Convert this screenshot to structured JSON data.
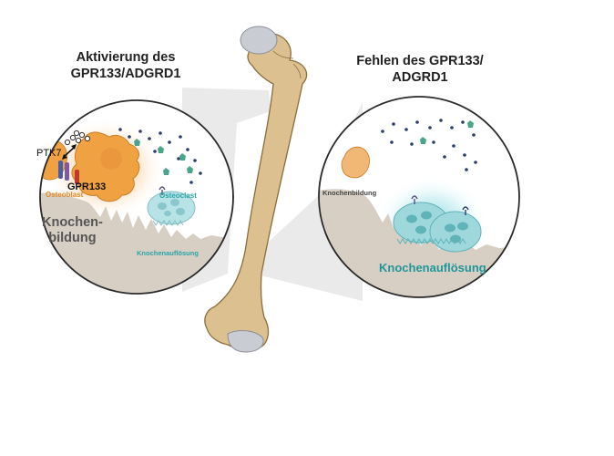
{
  "left_panel": {
    "title_line1": "Aktivierung des",
    "title_line2": "GPR133/ADGRD1",
    "label_ptk7": "PTK7",
    "label_gpr133": "GPR133",
    "label_osteoblast": "Osteoblast",
    "label_osteoclast": "Osteoclast",
    "label_formation_line1": "Knochen-",
    "label_formation_line2": "bildung",
    "label_resorption": "Knochenauflösung"
  },
  "right_panel": {
    "title_line1": "Fehlen des GPR133/",
    "title_line2": "ADGRD1",
    "label_formation": "Knochenbildung",
    "label_resorption": "Knochenauflösung"
  },
  "colors": {
    "bone_fill": "#dcc08f",
    "bone_stroke": "#8a6f3e",
    "cartilage": "#c9ccd2",
    "tissue": "#d8cfc4",
    "osteoblast": "#f0a142",
    "osteoclast": "#9fd8dc",
    "osteoclast_text": "#2aa3a6",
    "resorption_text": "#20969a",
    "osteoblast_text": "#e08a2b",
    "particle_dark": "#2b3d6b",
    "particle_teal": "#4aa58a"
  },
  "icons": {
    "left_osteoblast": "osteoblast-cell",
    "left_osteoclast": "osteoclast-cell",
    "right_osteoblast": "osteoblast-cell-small",
    "right_osteoclasts": "osteoclast-cluster",
    "receptor": "receptor-icon"
  }
}
